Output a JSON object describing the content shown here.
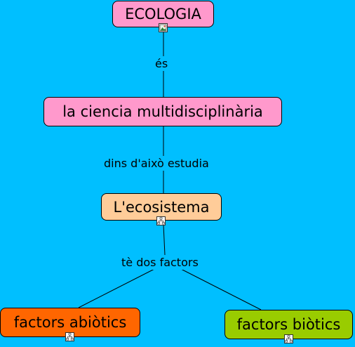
{
  "nodes": {
    "ecologia": {
      "text": "ECOLOGIA",
      "color": "#ff99cc"
    },
    "ciencia": {
      "text": "la ciencia multidisciplinària",
      "color": "#ff99cc"
    },
    "ecosistema": {
      "text": "L'ecosistema",
      "color": "#ffcc99"
    },
    "abiotics": {
      "text": "factors abiòtics",
      "color": "#ff6600"
    },
    "biotics": {
      "text": "factors biòtics",
      "color": "#99cc00"
    }
  },
  "links": {
    "es": "és",
    "dins": "dins d'això estudia",
    "te": "tè dos factors"
  },
  "icons": {
    "ecologia": "image-icon",
    "ecosistema": "concept-map-icon",
    "abiotics": "concept-map-icon",
    "biotics": "concept-map-icon"
  },
  "background": "#00bfff"
}
